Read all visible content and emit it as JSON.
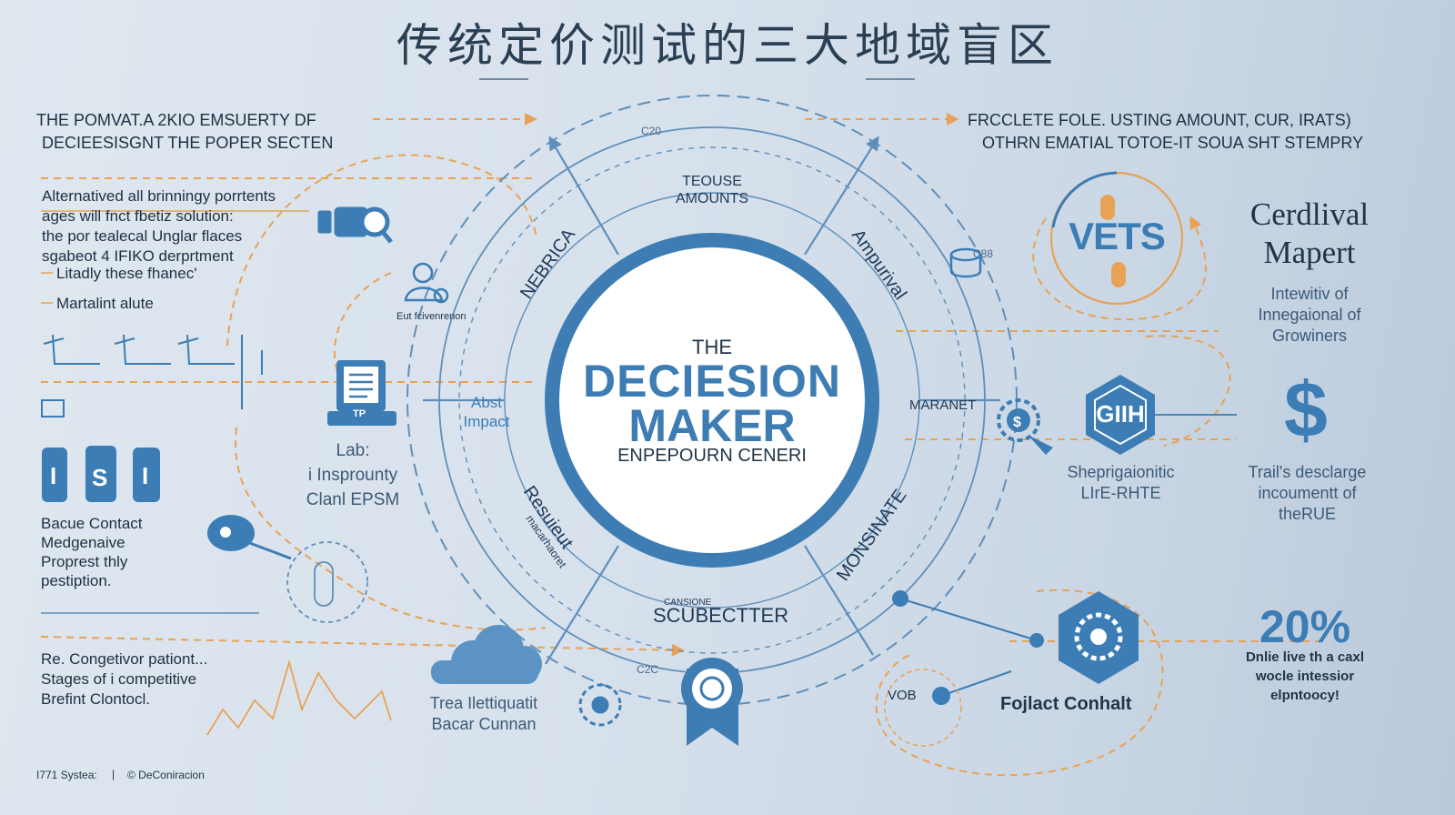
{
  "title": "传统定价测试的三大地域盲区",
  "top_left": {
    "line1": "THE POMVAT.A 2KIO EMSUERTY DF",
    "line2": "DECIEESISGNT THE POPER SECTEN"
  },
  "top_right": {
    "line1": "FRCCLETE FOLE. USTING AMOUNT, CUR, IRATS)",
    "line2": "OTHRN EMATIAL TOTOE-IT SOUA SHT STEMPRY"
  },
  "left_paragraph": [
    "Alternatived all brinningy porrtents",
    "ages will fnct fbetiz solution:",
    "the por tealecal Unglar flaces",
    "sgabeot 4 IFIKO derprtment"
  ],
  "left_bullets": [
    "Litadly these fhanec'",
    "Martalint alute"
  ],
  "left_block": [
    "Bacue Contact",
    "Medgenaive",
    "Proprest thly",
    "pestiption."
  ],
  "left_bottom": [
    "Re. Congetivor pationt...",
    "Stages of i competitive",
    "Brefint Clontocl."
  ],
  "lab_block": [
    "Lab:",
    "i Insprounty",
    "Clanl EPSM"
  ],
  "cloud_caption": [
    "Trea Ilettiquatit",
    "Bacar Cunnan"
  ],
  "small_person_label": "Eut fcivenrenon",
  "device_label": "TP",
  "icons": [
    "camera-icon",
    "document-tablet-icon",
    "person-icon",
    "cloud-icon",
    "gear-icon",
    "shield-gear-icon",
    "badge-icon",
    "hexagon-chip-icon",
    "dollar-icon",
    "coins-icon",
    "pin-icon"
  ],
  "center": {
    "the": "THE",
    "line1": "DECIESION",
    "line2": "MAKER",
    "sub": "ENPEPOURN CENERI"
  },
  "ring_labels": {
    "top": [
      "TEOUSE",
      "AMOUNTS"
    ],
    "upper_left": "NEBRICA",
    "upper_right": "Ampurival",
    "left": [
      "Abst",
      "Impact"
    ],
    "right": "MARANET",
    "lower_left": "Resuieut",
    "lower_left_small": "macarhaoret",
    "lower_right": "MONSINATE",
    "bottom": "SCUBECTTER",
    "bottom_small": "CANSIONE",
    "ring_small_1": "C20",
    "ring_small_2": "C88",
    "ring_small_3": "C2C"
  },
  "right_logo": "VETS",
  "right_heading": [
    "Cerdlival",
    "Mapert"
  ],
  "right_sub": [
    "Intewitiv of",
    "Innegaional of",
    "Growiners"
  ],
  "chip_text": "GIIH",
  "chip_caption": [
    "Sheprigaionitic",
    "LIrE-RHTE"
  ],
  "dollar": "$",
  "dollar_caption": [
    "Trail's desclarge",
    "incoumentt of",
    "theRUE"
  ],
  "percent": "20%",
  "percent_caption": [
    "Dnlie live th a caxl",
    "wocle intessior",
    "elpntoocy!"
  ],
  "bottom_right_label": "Fojlact Conhalt",
  "vob": "VOB",
  "footer": {
    "left": "I771 Systea:",
    "sep": "|",
    "right": "© DeConiracion"
  },
  "colors": {
    "primary": "#3b7db4",
    "dark": "#1f3448",
    "accent": "#e8a255",
    "ring": "#5e8fbb"
  }
}
